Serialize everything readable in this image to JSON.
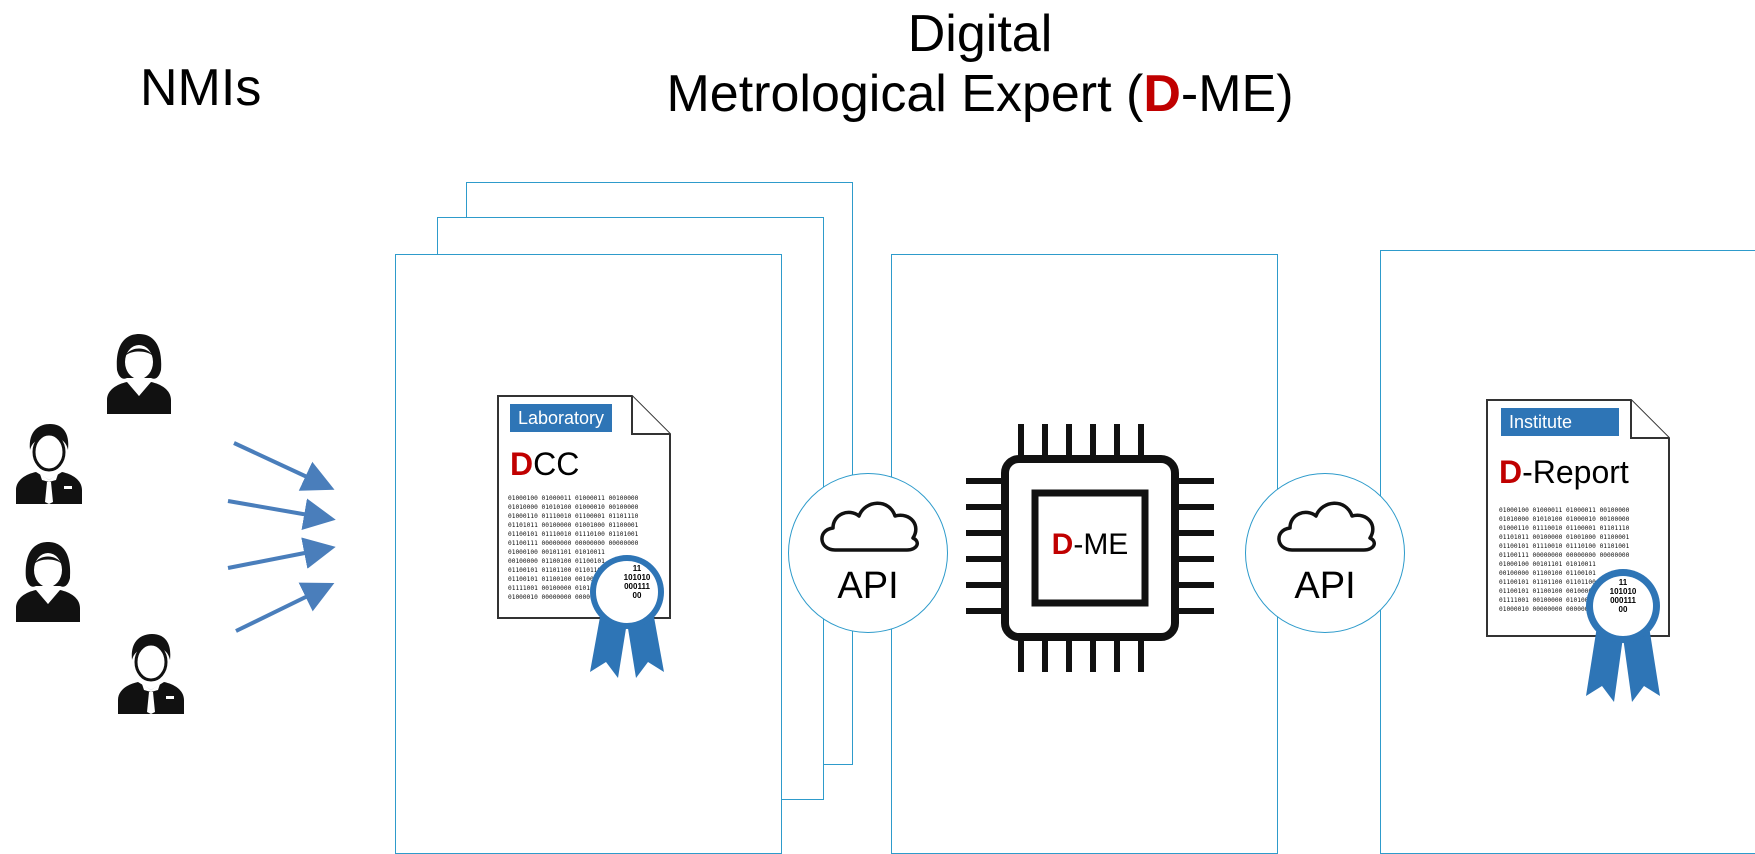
{
  "headings": {
    "nmis": "NMIs",
    "dme_line1": "Digital",
    "dme_line2_prefix": "Metrological Expert (",
    "dme_line2_d": "D",
    "dme_line2_suffix": "-ME)"
  },
  "colors": {
    "accent_red": "#c00000",
    "border_blue": "#2e9bcb",
    "tag_blue": "#2e75b6",
    "arrow_blue": "#4a7ebb",
    "ribbon_blue": "#2e75b6"
  },
  "people_icons": [
    "woman-user-icon",
    "man-user-icon",
    "woman-user-icon",
    "man-user-icon"
  ],
  "dcc_doc": {
    "tag": "Laboratory",
    "title_d": "D",
    "title_rest": "CC",
    "binary": "01000100 01000011 01000011 00100000\n01010000 01010100 01000010 00100000\n01000110 01110010 01100001 01101110\n01101011 00100000 01001000 01100001\n01100101 01110010 01110100 01101001\n01100111 00000000 00000000 00000000\n01000100 00101101 01010011\n00100000 01100100 01100101\n01100101 01101100 01101100\n01100101 01100100 00100000\n01111001 00100000 01010000\n01000010 00000000 00000000"
  },
  "report_doc": {
    "tag": "Institute",
    "title_d": "D",
    "title_rest": "-Report",
    "binary": "01000100 01000011 01000011 00100000\n01010000 01010100 01000010 00100000\n01000110 01110010 01100001 01101110\n01101011 00100000 01001000 01100001\n01100101 01110010 01110100 01101001\n01100111 00000000 00000000 00000000\n01000100 00101101 01010011\n00100000 01100100 01100101\n01100101 01101100 01101100\n01100101 01100100 00100000\n01111001 00100000 01010000\n01000010 00000000 00000000"
  },
  "badge": {
    "line1": "11",
    "line2": "101010",
    "line3": "000111",
    "line4": "00"
  },
  "api": {
    "left_label": "API",
    "right_label": "API"
  },
  "chip": {
    "label_d": "D",
    "label_rest": "-ME"
  }
}
